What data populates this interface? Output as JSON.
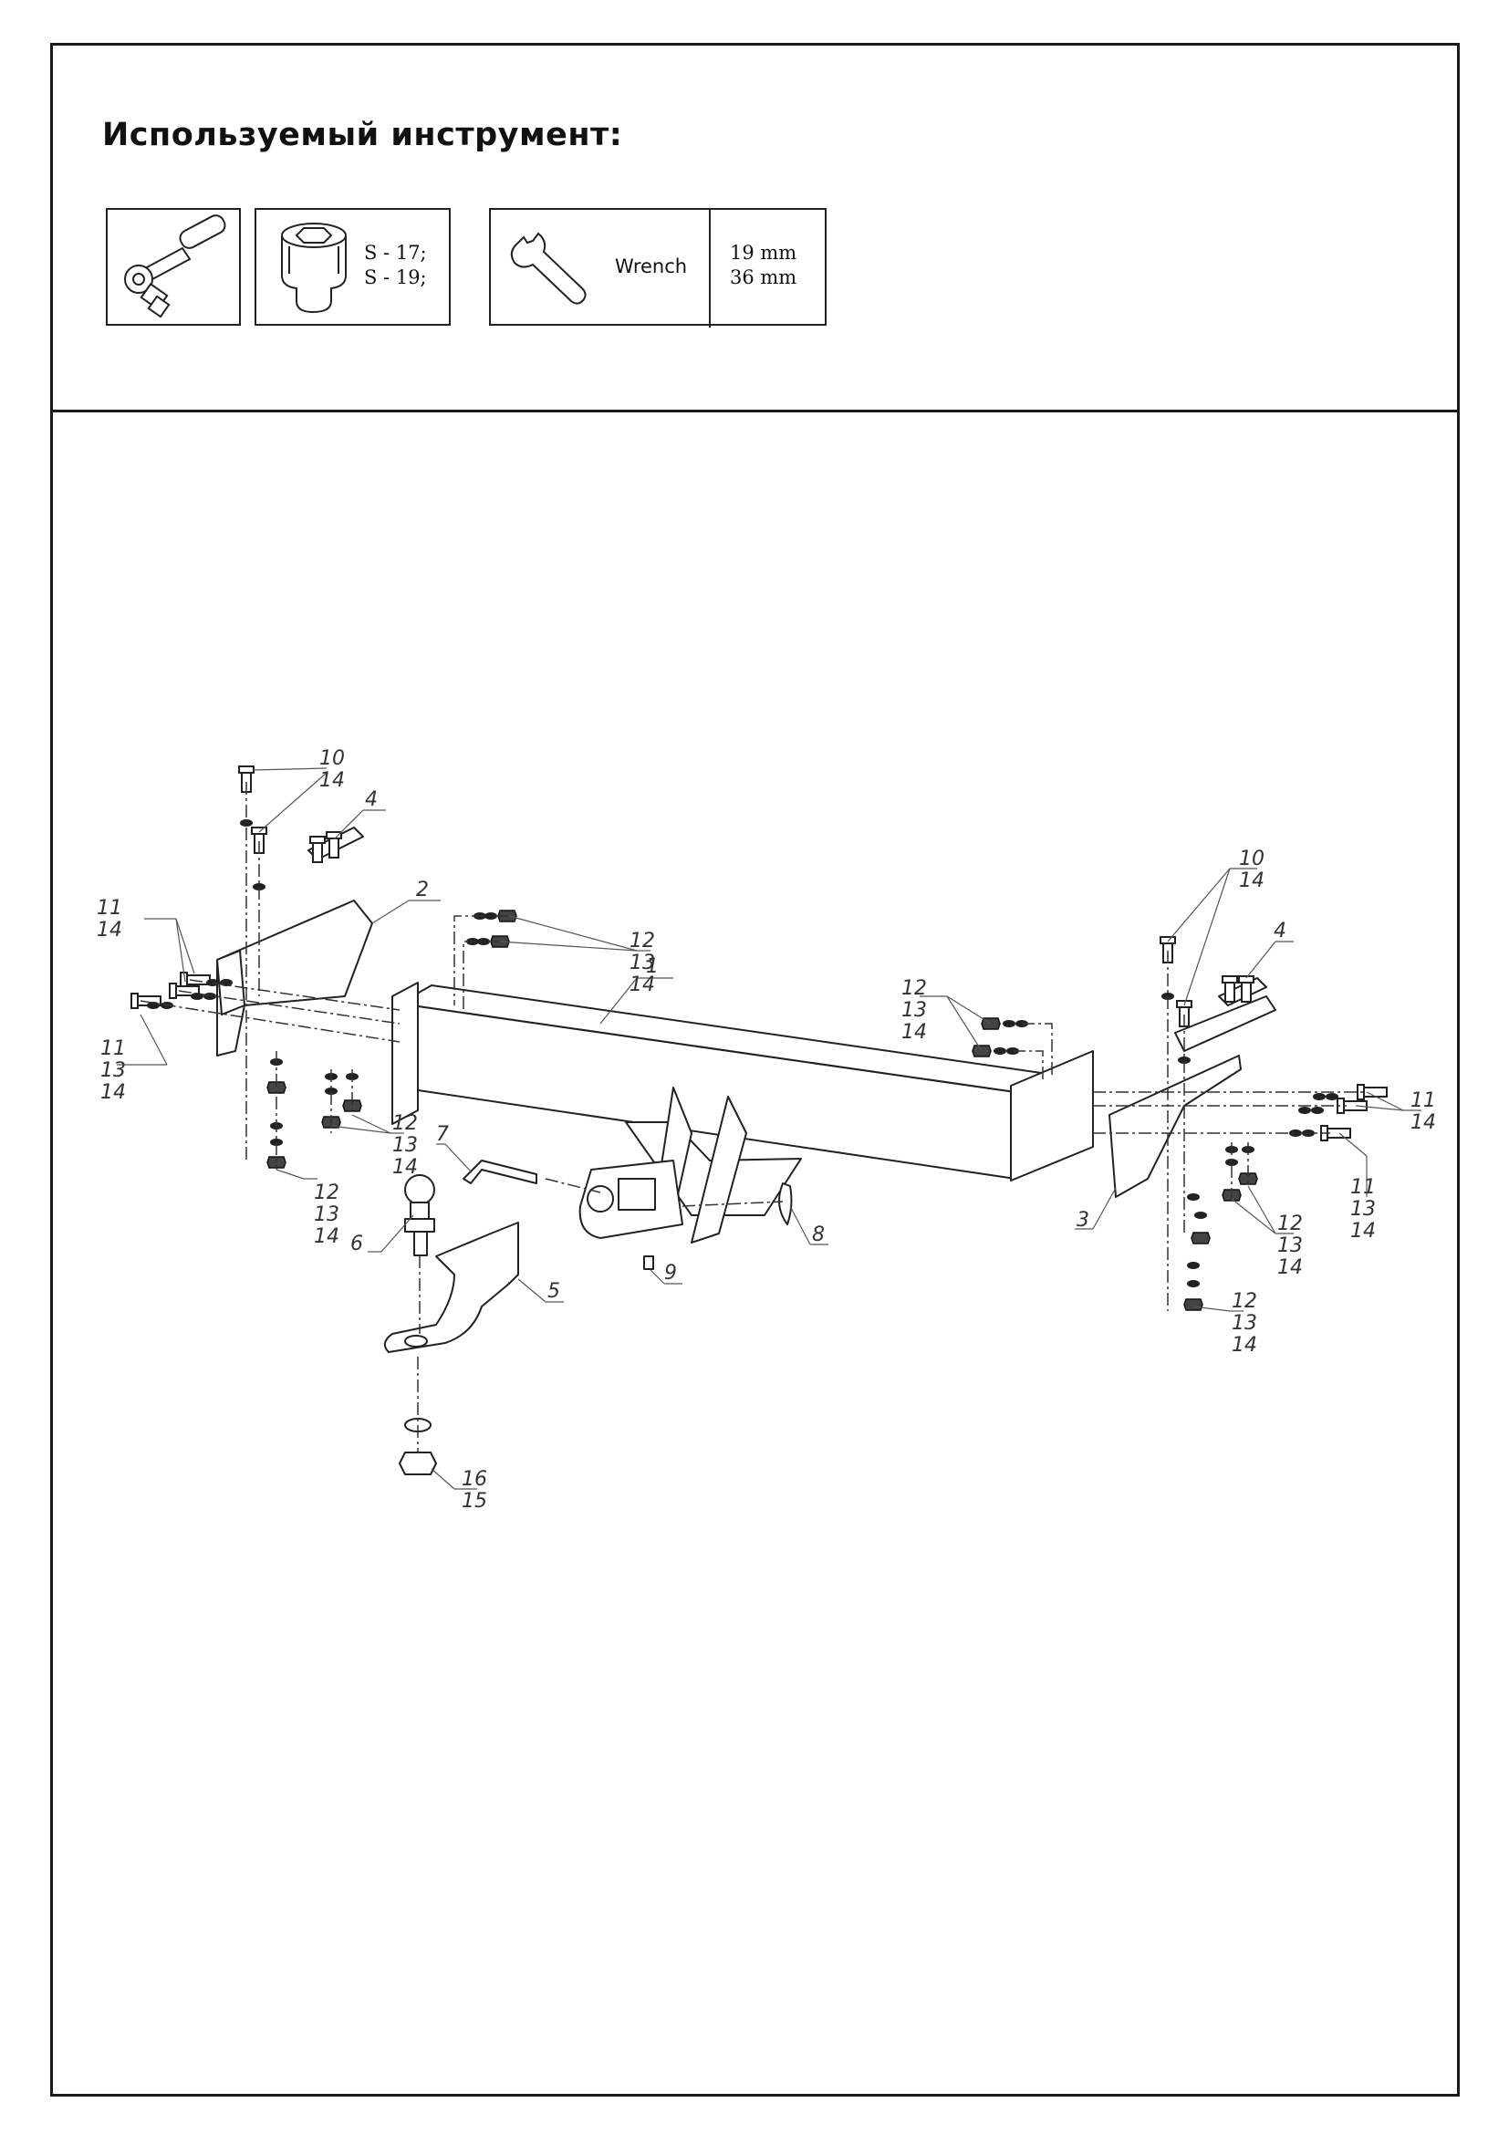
{
  "header": {
    "title": "Используемый инструмент:"
  },
  "tools": {
    "ratchet": {
      "icon": "ratchet-wrench-icon"
    },
    "socket": {
      "icon": "socket-head-icon",
      "sizes": [
        "S - 17;",
        "S - 19;"
      ]
    },
    "wrench": {
      "icon": "open-end-wrench-icon",
      "label": "Wrench",
      "sizes": [
        "19 mm",
        "36 mm"
      ]
    }
  },
  "diagram": {
    "callouts": {
      "c1": "1",
      "c2": "2",
      "c3": "3",
      "c4a": "4",
      "c4b": "4",
      "c5": "5",
      "c6": "6",
      "c7": "7",
      "c8": "8",
      "c9": "9",
      "c10a": "10",
      "c14a": "14",
      "c11a": "11",
      "c14b": "14",
      "c11b": "11",
      "c13a": "13",
      "c14c": "14",
      "c12a": "12",
      "c13b": "13",
      "c14d": "14",
      "c12b": "12",
      "c13c": "13",
      "c14e": "14",
      "c12c": "12",
      "c13d": "13",
      "c14f": "14",
      "c12d": "12",
      "c13e": "13",
      "c14g": "14",
      "c10b": "10",
      "c14h": "14",
      "c11c": "11",
      "c14i": "14",
      "c11d": "11",
      "c13f": "13",
      "c14j": "14",
      "c12e": "12",
      "c13g": "13",
      "c14k": "14",
      "c12f": "12",
      "c13h": "13",
      "c14l": "14",
      "c16": "16",
      "c15": "15"
    }
  }
}
